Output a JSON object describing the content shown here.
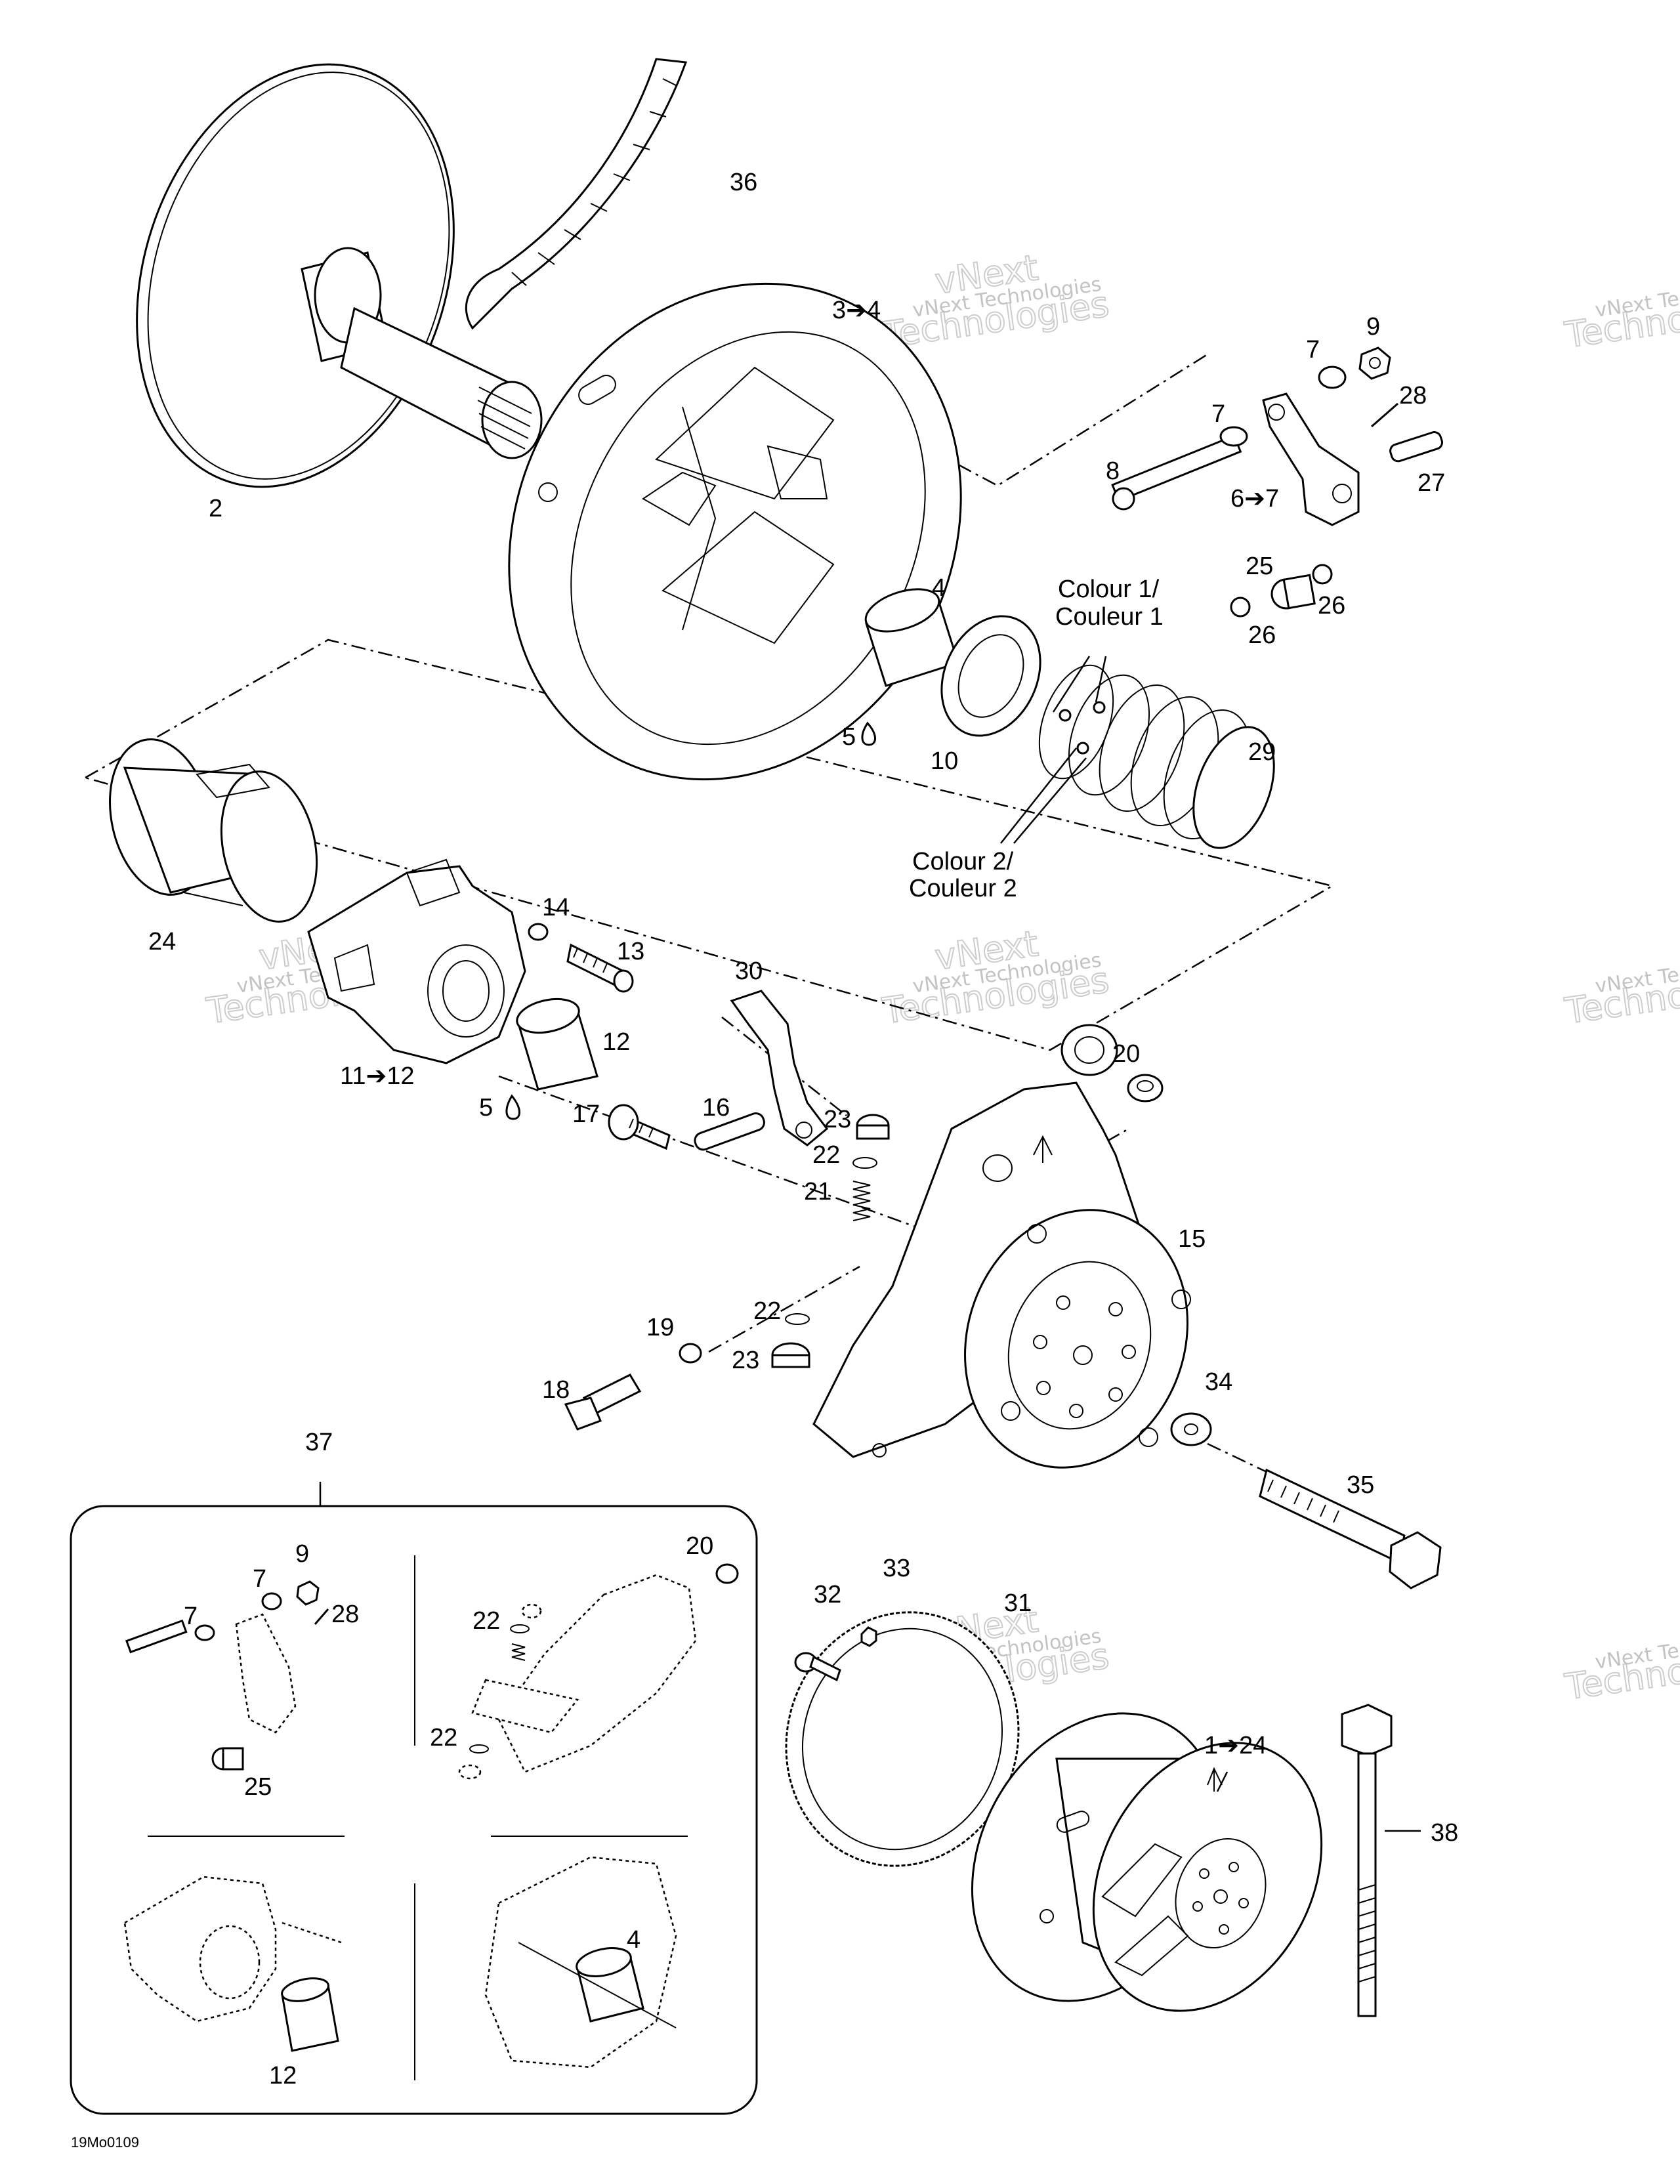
{
  "callouts": {
    "c36": "36",
    "c2": "2",
    "c3_4": "3➔4",
    "c9": "9",
    "c7a": "7",
    "c7b": "7",
    "c28": "28",
    "c8": "8",
    "c6_7": "6➔7",
    "c27": "27",
    "c25": "25",
    "c26a": "26",
    "c26b": "26",
    "c4": "4",
    "c5a": "5",
    "c10": "10",
    "c29": "29",
    "c24": "24",
    "c14": "14",
    "c13": "13",
    "c12": "12",
    "c11_12": "11➔12",
    "c5b": "5",
    "c30": "30",
    "c17": "17",
    "c16": "16",
    "c23a": "23",
    "c22a": "22",
    "c21": "21",
    "c20": "20",
    "c15": "15",
    "c22b": "22",
    "c19": "19",
    "c23b": "23",
    "c18": "18",
    "c34": "34",
    "c35": "35",
    "c37": "37",
    "c32": "32",
    "c33": "33",
    "c31": "31",
    "c1_24": "1➔24",
    "c38": "38",
    "inset_c9": "9",
    "inset_c7a": "7",
    "inset_c7b": "7",
    "inset_c28": "28",
    "inset_c25": "25",
    "inset_c20": "20",
    "inset_c22a": "22",
    "inset_c22b": "22",
    "inset_c12": "12",
    "inset_c4": "4"
  },
  "notes": {
    "colour1_line1": "Colour 1/",
    "colour1_line2": "Couleur 1",
    "colour2_line1": "Colour 2/",
    "colour2_line2": "Couleur 2"
  },
  "watermark": {
    "line1": "vNext Technologies",
    "line2": "Technologies",
    "line2_alt": "vNext"
  },
  "drawing_code": "19Mo0109"
}
